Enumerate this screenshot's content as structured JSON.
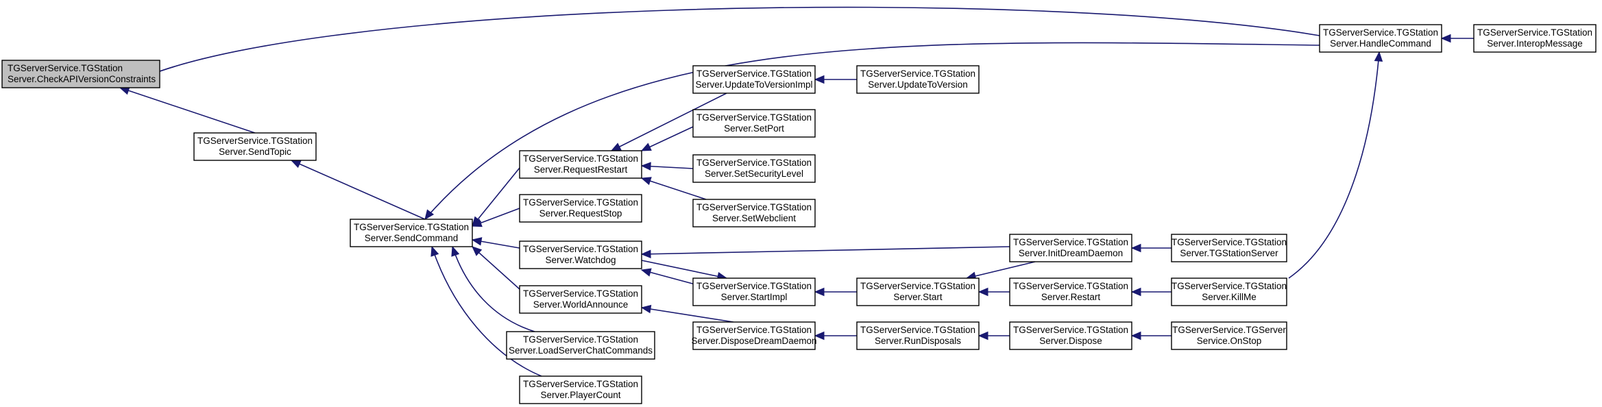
{
  "graph": {
    "nodes": [
      {
        "id": "checkapi",
        "line1": "TGServerService.TGStation",
        "line2": "Server.CheckAPIVersionConstraints",
        "highlight": true
      },
      {
        "id": "sendtopic",
        "line1": "TGServerService.TGStation",
        "line2": "Server.SendTopic"
      },
      {
        "id": "sendcmd",
        "line1": "TGServerService.TGStation",
        "line2": "Server.SendCommand"
      },
      {
        "id": "reqrestart",
        "line1": "TGServerService.TGStation",
        "line2": "Server.RequestRestart"
      },
      {
        "id": "reqstop",
        "line1": "TGServerService.TGStation",
        "line2": "Server.RequestStop"
      },
      {
        "id": "watchdog",
        "line1": "TGServerService.TGStation",
        "line2": "Server.Watchdog"
      },
      {
        "id": "worldann",
        "line1": "TGServerService.TGStation",
        "line2": "Server.WorldAnnounce"
      },
      {
        "id": "loadchat",
        "line1": "TGServerService.TGStation",
        "line2": "Server.LoadServerChatCommands"
      },
      {
        "id": "playercnt",
        "line1": "TGServerService.TGStation",
        "line2": "Server.PlayerCount"
      },
      {
        "id": "updimpl",
        "line1": "TGServerService.TGStation",
        "line2": "Server.UpdateToVersionImpl"
      },
      {
        "id": "setport",
        "line1": "TGServerService.TGStation",
        "line2": "Server.SetPort"
      },
      {
        "id": "setsec",
        "line1": "TGServerService.TGStation",
        "line2": "Server.SetSecurityLevel"
      },
      {
        "id": "setweb",
        "line1": "TGServerService.TGStation",
        "line2": "Server.SetWebclient"
      },
      {
        "id": "startimpl",
        "line1": "TGServerService.TGStation",
        "line2": "Server.StartImpl"
      },
      {
        "id": "dispdd",
        "line1": "TGServerService.TGStation",
        "line2": "Server.DisposeDreamDaemon"
      },
      {
        "id": "updver",
        "line1": "TGServerService.TGStation",
        "line2": "Server.UpdateToVersion"
      },
      {
        "id": "start",
        "line1": "TGServerService.TGStation",
        "line2": "Server.Start"
      },
      {
        "id": "rundisp",
        "line1": "TGServerService.TGStation",
        "line2": "Server.RunDisposals"
      },
      {
        "id": "handlecmd",
        "line1": "TGServerService.TGStation",
        "line2": "Server.HandleCommand"
      },
      {
        "id": "initdd",
        "line1": "TGServerService.TGStation",
        "line2": "Server.InitDreamDaemon"
      },
      {
        "id": "restart",
        "line1": "TGServerService.TGStation",
        "line2": "Server.Restart"
      },
      {
        "id": "dispose",
        "line1": "TGServerService.TGStation",
        "line2": "Server.Dispose"
      },
      {
        "id": "interop",
        "line1": "TGServerService.TGStation",
        "line2": "Server.InteropMessage"
      },
      {
        "id": "ctor",
        "line1": "TGServerService.TGStation",
        "line2": "Server.TGStationServer"
      },
      {
        "id": "killme",
        "line1": "TGServerService.TGStation",
        "line2": "Server.KillMe"
      },
      {
        "id": "onstop",
        "line1": "TGServerService.TGServer",
        "line2": "Service.OnStop"
      }
    ],
    "edges": [
      {
        "from": "handlecmd",
        "to": "checkapi"
      },
      {
        "from": "sendtopic",
        "to": "checkapi"
      },
      {
        "from": "sendcmd",
        "to": "sendtopic"
      },
      {
        "from": "handlecmd",
        "to": "sendcmd"
      },
      {
        "from": "reqrestart",
        "to": "sendcmd"
      },
      {
        "from": "reqstop",
        "to": "sendcmd"
      },
      {
        "from": "watchdog",
        "to": "sendcmd"
      },
      {
        "from": "worldann",
        "to": "sendcmd"
      },
      {
        "from": "loadchat",
        "to": "sendcmd"
      },
      {
        "from": "playercnt",
        "to": "sendcmd"
      },
      {
        "from": "updimpl",
        "to": "reqrestart"
      },
      {
        "from": "setport",
        "to": "reqrestart"
      },
      {
        "from": "setsec",
        "to": "reqrestart"
      },
      {
        "from": "setweb",
        "to": "reqrestart"
      },
      {
        "from": "updver",
        "to": "updimpl"
      },
      {
        "from": "initdd",
        "to": "watchdog"
      },
      {
        "from": "startimpl",
        "to": "watchdog"
      },
      {
        "from": "watchdog",
        "to": "startimpl"
      },
      {
        "from": "dispdd",
        "to": "worldann"
      },
      {
        "from": "start",
        "to": "startimpl"
      },
      {
        "from": "rundisp",
        "to": "dispdd"
      },
      {
        "from": "initdd",
        "to": "start"
      },
      {
        "from": "restart",
        "to": "start"
      },
      {
        "from": "dispose",
        "to": "rundisp"
      },
      {
        "from": "interop",
        "to": "handlecmd"
      },
      {
        "from": "ctor",
        "to": "initdd"
      },
      {
        "from": "killme",
        "to": "restart"
      },
      {
        "from": "onstop",
        "to": "dispose"
      },
      {
        "from": "killme",
        "to": "handlecmd"
      }
    ]
  }
}
